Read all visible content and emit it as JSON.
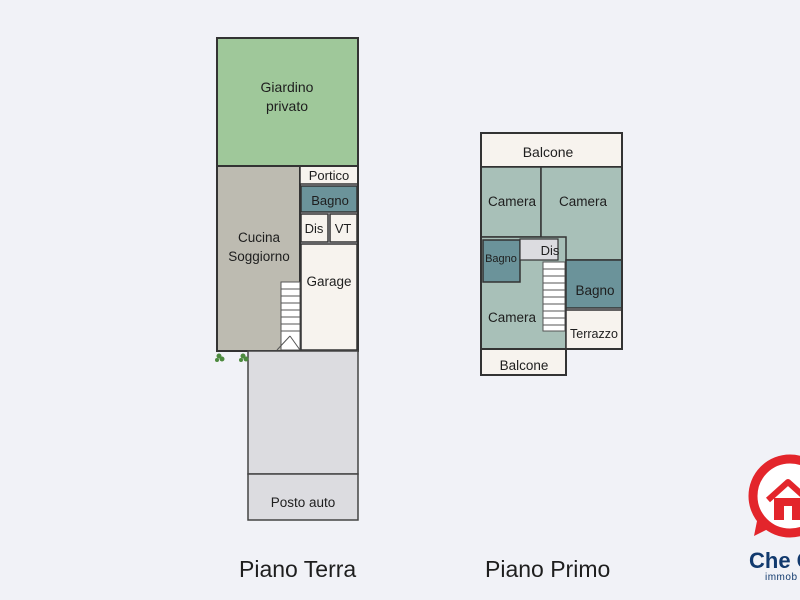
{
  "ground_floor": {
    "title": "Piano Terra",
    "rooms": {
      "giardino_line1": "Giardino",
      "giardino_line2": "privato",
      "portico": "Portico",
      "bagno": "Bagno",
      "dis": "Dis",
      "vt": "VT",
      "cucina": "Cucina",
      "soggiorno": "Soggiorno",
      "garage": "Garage",
      "posto_auto": "Posto auto"
    }
  },
  "first_floor": {
    "title": "Piano Primo",
    "rooms": {
      "balcone_top": "Balcone",
      "camera_1": "Camera",
      "camera_2": "Camera",
      "bagno_small": "Bagno",
      "dis": "Dis",
      "bagno": "Bagno",
      "camera_3": "Camera",
      "terrazzo": "Terrazzo",
      "balcone_bottom": "Balcone"
    }
  },
  "logo": {
    "name": "Che C",
    "tagline": "immob"
  },
  "colors": {
    "background": "#f1f2f7",
    "garden": "#9fc89a",
    "living": "#bdbbb1",
    "bathroom": "#6b939a",
    "bedroom": "#a8c0b8",
    "service": "#f7f3ee",
    "parking": "#dcdce0",
    "wall": "#333333",
    "logo_red": "#e3252b",
    "logo_blue": "#123a6e"
  }
}
